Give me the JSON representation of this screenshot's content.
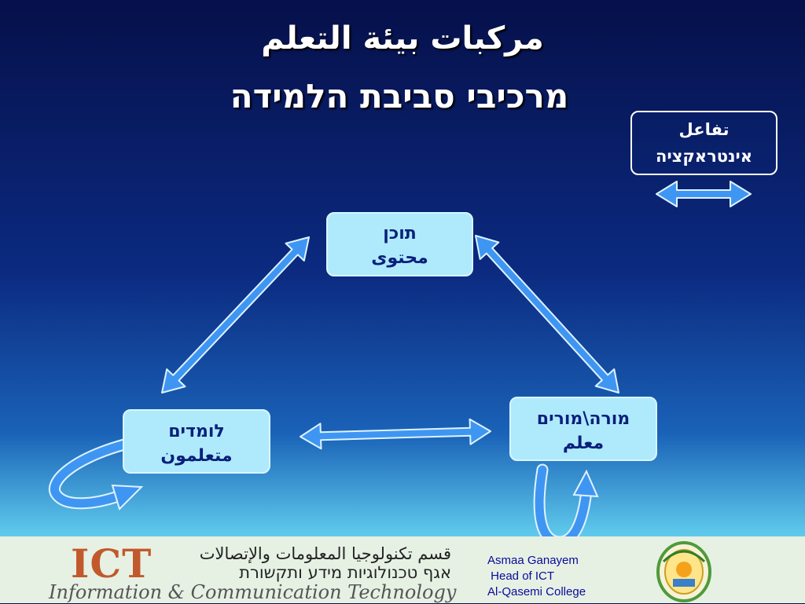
{
  "title": {
    "arabic": "مركبات بيئة التعلم",
    "hebrew": "מרכיבי סביבת הלמידה"
  },
  "legend": {
    "arabic": "تفاعل",
    "hebrew": "אינטראקציה",
    "icon": "double-arrow-icon"
  },
  "nodes": {
    "content": {
      "hebrew": "תוכן",
      "arabic": "محتوى"
    },
    "learners": {
      "hebrew": "לומדים",
      "arabic": "متعلمون"
    },
    "teacher": {
      "hebrew": "מורה\\מורים",
      "arabic": "معلم"
    }
  },
  "footer": {
    "logo": "ICT",
    "department_arabic": "قسم تكنولوجيا المعلومات والإتصالات",
    "department_hebrew": "אגף טכנולוגיות מידע ותקשורת",
    "department_english": "Information & Communication Technology",
    "credit": {
      "name": "Asmaa Ganayem",
      "role": " Head of ICT",
      "institution": "Al-Qasemi College"
    },
    "seal_icon": "college-seal-icon"
  },
  "colors": {
    "arrow": "#3f96f2",
    "arrow_outline": "#dff3ff",
    "node_fill": "#aeeafc",
    "node_text": "#0a1f7a",
    "background_top": "#06104a",
    "background_bottom": "#9fe6f6",
    "logo_orange": "#c1592d"
  }
}
